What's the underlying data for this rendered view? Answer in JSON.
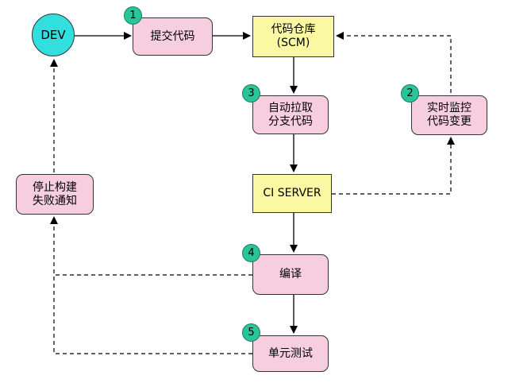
{
  "nodes": {
    "dev": {
      "text": [
        "DEV"
      ],
      "color": "#33dede"
    },
    "submit": {
      "text": [
        "提交代码"
      ],
      "badge": "1"
    },
    "scm": {
      "text": [
        "代码仓库",
        "(SCM)"
      ]
    },
    "pull": {
      "text": [
        "自动拉取",
        "分支代码"
      ],
      "badge": "3"
    },
    "monitor": {
      "text": [
        "实时监控",
        "代码变更"
      ],
      "badge": "2"
    },
    "ci": {
      "text": [
        "CI SERVER"
      ]
    },
    "notify": {
      "text": [
        "停止构建",
        "失败通知"
      ]
    },
    "compile": {
      "text": [
        "编译"
      ],
      "badge": "4"
    },
    "test": {
      "text": [
        "单元测试"
      ],
      "badge": "5"
    }
  },
  "colors": {
    "process": "#f7cde0",
    "system": "#fbf8a4",
    "badge": "#29c49a",
    "line": "#000000"
  }
}
